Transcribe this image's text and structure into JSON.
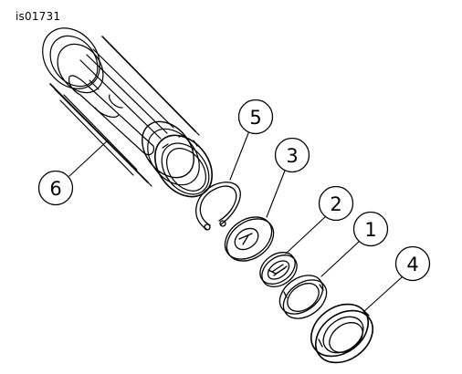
{
  "figure_id": "is01731",
  "callouts": {
    "c1": "1",
    "c2": "2",
    "c3": "3",
    "c4": "4",
    "c5": "5",
    "c6": "6"
  }
}
